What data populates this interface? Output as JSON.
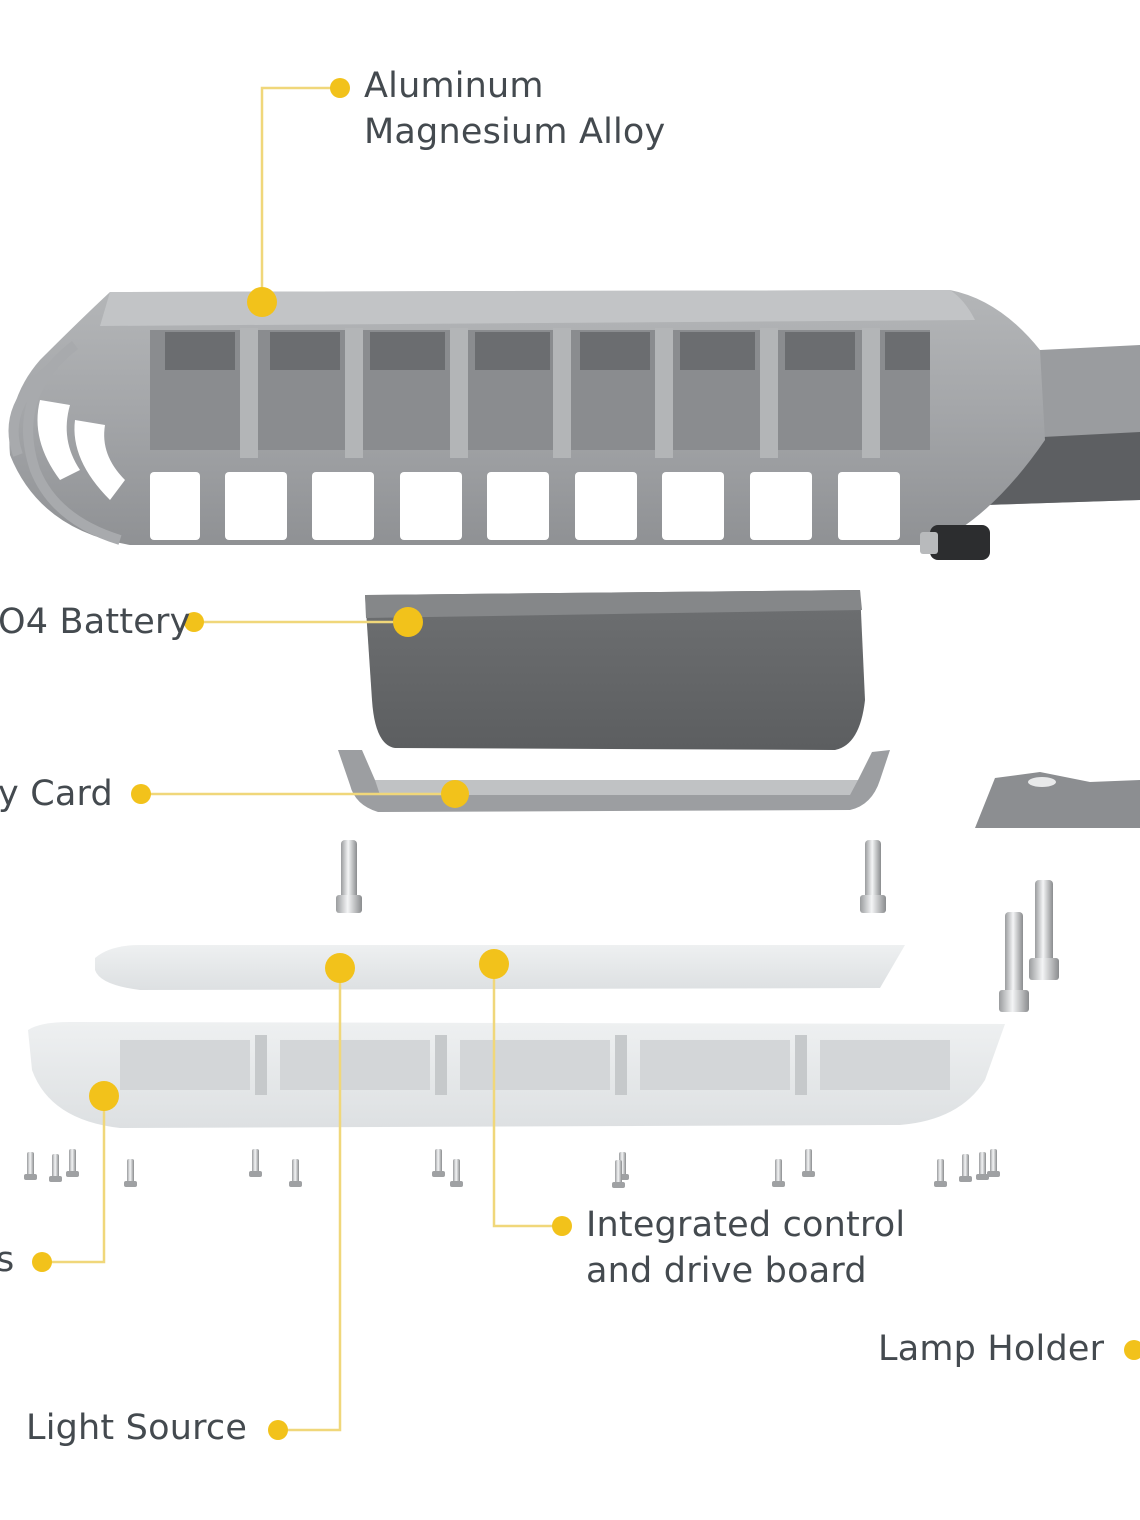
{
  "colors": {
    "accent": "#f2c21b",
    "leader_line": "#f0d77a",
    "label_text": "#444a4f",
    "housing": "#9ea0a3",
    "housing_dark": "#6b6d70",
    "battery": "#6f7173",
    "lens": "#e9ebec"
  },
  "labels": {
    "aluminum_alloy": [
      "Aluminum",
      "Magnesium Alloy"
    ],
    "battery": "O4 Battery",
    "battery_card": "y Card",
    "screws": "s",
    "control_board": [
      "Integrated control",
      "and drive board"
    ],
    "lamp_holder": "Lamp Holder",
    "light_source": "Light Source"
  }
}
